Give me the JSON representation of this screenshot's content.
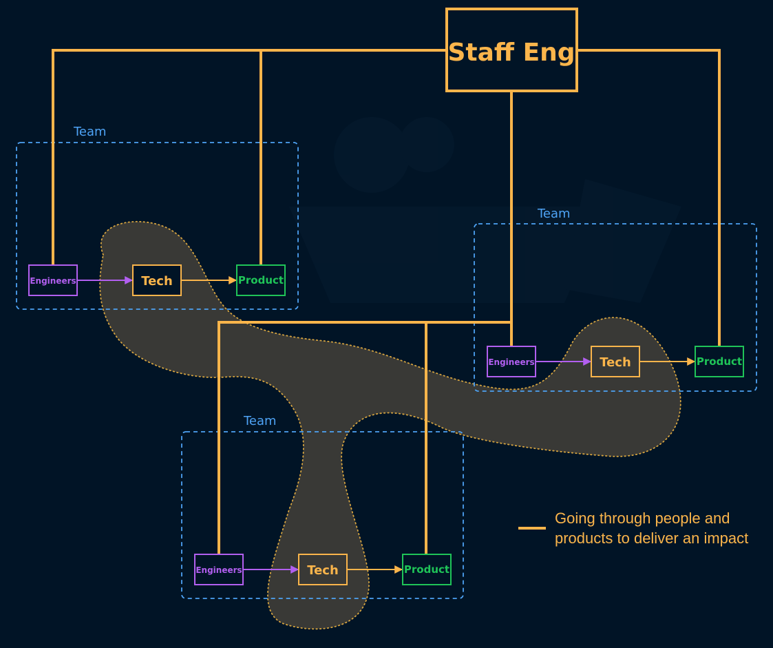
{
  "staff": {
    "label": "Staff Eng"
  },
  "teams": [
    {
      "label": "Team",
      "engineers": "Engineers",
      "tech": "Tech",
      "product": "Product"
    },
    {
      "label": "Team",
      "engineers": "Engineers",
      "tech": "Tech",
      "product": "Product"
    },
    {
      "label": "Team",
      "engineers": "Engineers",
      "tech": "Tech",
      "product": "Product"
    }
  ],
  "legend": {
    "line1": "Going through people and",
    "line2": "products to deliver an impact"
  },
  "colors": {
    "background": "#011426",
    "staff": "#fbb54b",
    "team_border": "#4ea3f5",
    "engineers": "#b25ff0",
    "tech": "#fbb54b",
    "product": "#1fc458",
    "blob_fill": "#393936",
    "blob_stroke": "#d6a440"
  }
}
